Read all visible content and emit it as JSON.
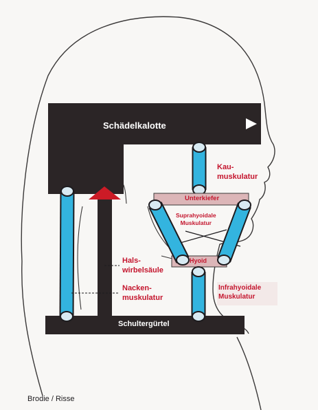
{
  "labels": {
    "skull_cap": "Schädelkalotte",
    "masticatory_muscles": "Kau-\nmuskulatur",
    "mandible": "Unterkiefer",
    "suprahyoid_muscles": "Suprahyoidale\nMuskulatur",
    "hyoid": "Hyoid",
    "cervical_spine": "Hals-\nwirbelsäule",
    "neck_muscles": "Nacken-\nmuskulatur",
    "infrahyoid_muscles": "Infrahyoidale\nMuskulatur",
    "shoulder_girdle": "Schultergürtel"
  },
  "credit": "Brodie / Risse",
  "colors": {
    "block": "#2b2526",
    "muscle_blue": "#33b4df",
    "bone_pink": "#dcb6b8",
    "arrow_red": "#cc1b26",
    "label_red": "#c4162e",
    "outline": "#3a3838"
  }
}
